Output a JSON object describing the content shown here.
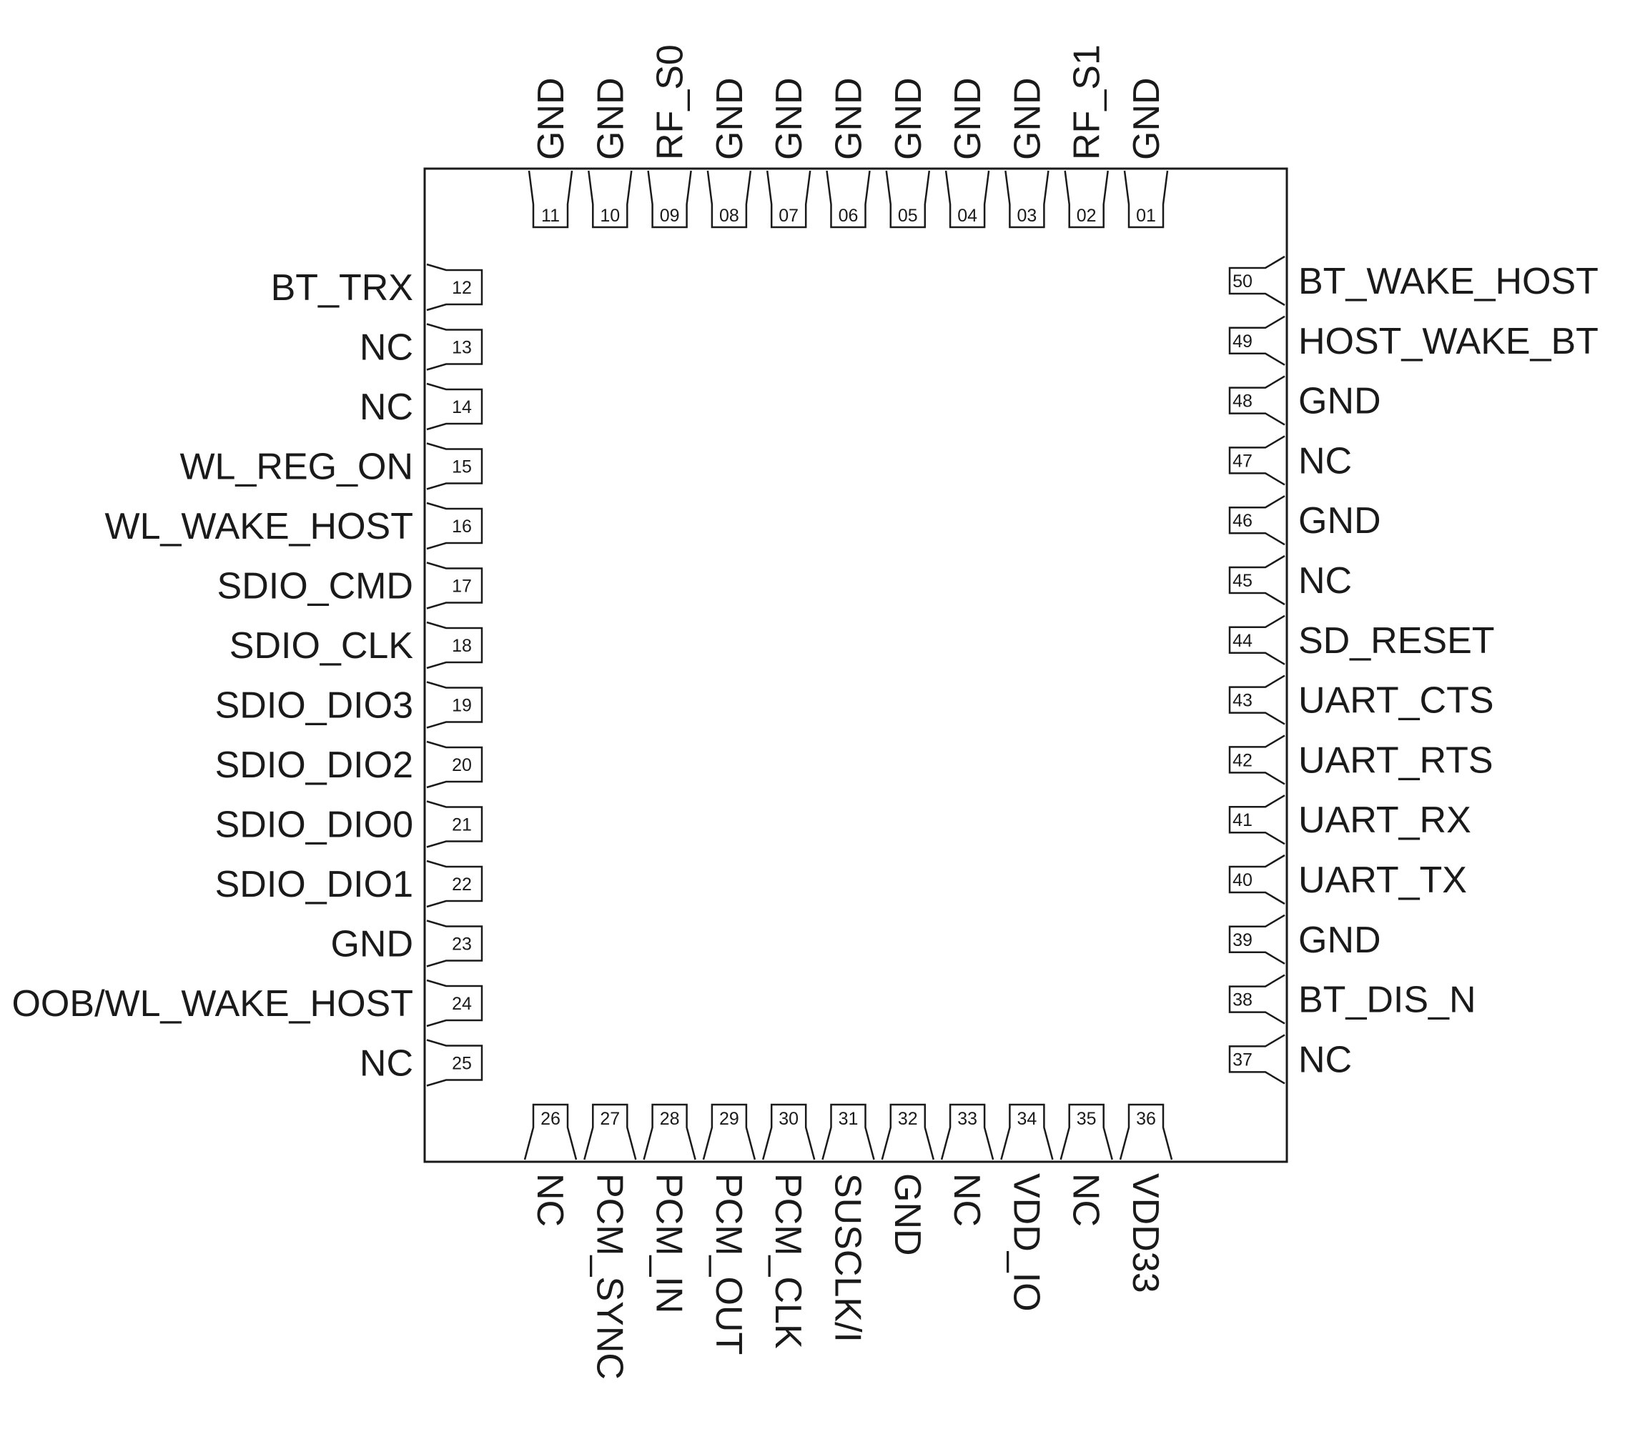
{
  "pins": {
    "top": [
      {
        "num": "11",
        "name": "GND"
      },
      {
        "num": "10",
        "name": "GND"
      },
      {
        "num": "09",
        "name": "RF_S0"
      },
      {
        "num": "08",
        "name": "GND"
      },
      {
        "num": "07",
        "name": "GND"
      },
      {
        "num": "06",
        "name": "GND"
      },
      {
        "num": "05",
        "name": "GND"
      },
      {
        "num": "04",
        "name": "GND"
      },
      {
        "num": "03",
        "name": "GND"
      },
      {
        "num": "02",
        "name": "RF_S1"
      },
      {
        "num": "01",
        "name": "GND"
      }
    ],
    "left": [
      {
        "num": "12",
        "name": "BT_TRX"
      },
      {
        "num": "13",
        "name": "NC"
      },
      {
        "num": "14",
        "name": "NC"
      },
      {
        "num": "15",
        "name": "WL_REG_ON"
      },
      {
        "num": "16",
        "name": "WL_WAKE_HOST"
      },
      {
        "num": "17",
        "name": "SDIO_CMD"
      },
      {
        "num": "18",
        "name": "SDIO_CLK"
      },
      {
        "num": "19",
        "name": "SDIO_DIO3"
      },
      {
        "num": "20",
        "name": "SDIO_DIO2"
      },
      {
        "num": "21",
        "name": "SDIO_DIO0"
      },
      {
        "num": "22",
        "name": "SDIO_DIO1"
      },
      {
        "num": "23",
        "name": "GND"
      },
      {
        "num": "24",
        "name": "OOB/WL_WAKE_HOST"
      },
      {
        "num": "25",
        "name": "NC"
      }
    ],
    "bottom": [
      {
        "num": "26",
        "name": "NC"
      },
      {
        "num": "27",
        "name": "PCM_SYNC"
      },
      {
        "num": "28",
        "name": "PCM_IN"
      },
      {
        "num": "29",
        "name": "PCM_OUT"
      },
      {
        "num": "30",
        "name": "PCM_CLK"
      },
      {
        "num": "31",
        "name": "SUSCLK/I"
      },
      {
        "num": "32",
        "name": "GND"
      },
      {
        "num": "33",
        "name": "NC"
      },
      {
        "num": "34",
        "name": "VDD_IO"
      },
      {
        "num": "35",
        "name": "NC"
      },
      {
        "num": "36",
        "name": "VDD33"
      }
    ],
    "right": [
      {
        "num": "50",
        "name": "BT_WAKE_HOST"
      },
      {
        "num": "49",
        "name": "HOST_WAKE_BT"
      },
      {
        "num": "48",
        "name": "GND"
      },
      {
        "num": "47",
        "name": "NC"
      },
      {
        "num": "46",
        "name": "GND"
      },
      {
        "num": "45",
        "name": "NC"
      },
      {
        "num": "44",
        "name": "SD_RESET"
      },
      {
        "num": "43",
        "name": "UART_CTS"
      },
      {
        "num": "42",
        "name": "UART_RTS"
      },
      {
        "num": "41",
        "name": "UART_RX"
      },
      {
        "num": "40",
        "name": "UART_TX"
      },
      {
        "num": "39",
        "name": "GND"
      },
      {
        "num": "38",
        "name": "BT_DIS_N"
      },
      {
        "num": "37",
        "name": "NC"
      }
    ]
  }
}
